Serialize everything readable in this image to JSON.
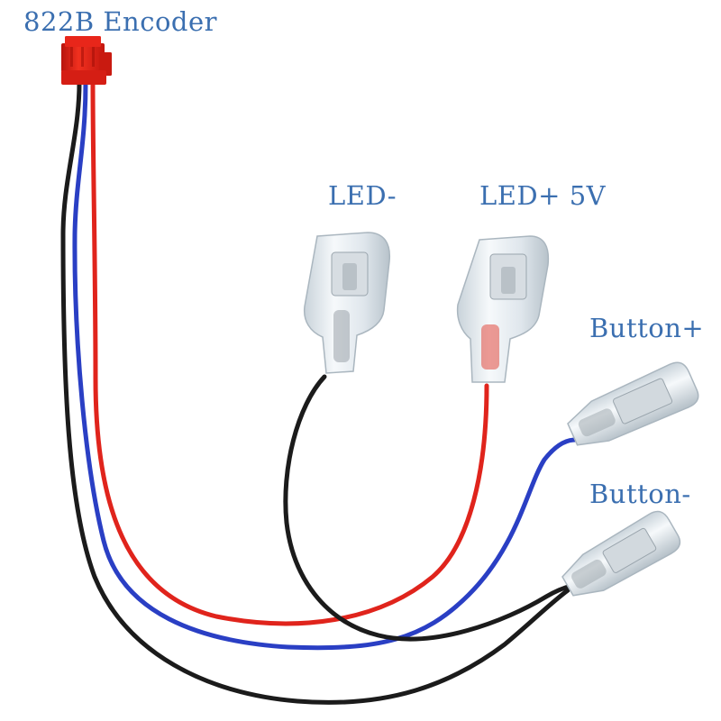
{
  "labels": {
    "encoder": "822B Encoder",
    "led_minus": "LED-",
    "led_plus": "LED+ 5V",
    "button_plus": "Button+",
    "button_minus": "Button-"
  },
  "colors": {
    "label_text": "#3b6fb0",
    "wire_red": "#e0241c",
    "wire_black": "#1b1b1b",
    "wire_blue": "#2a3fc4",
    "connector_housing": "#e01b12",
    "terminal_sleeve": "#e9eef2"
  }
}
